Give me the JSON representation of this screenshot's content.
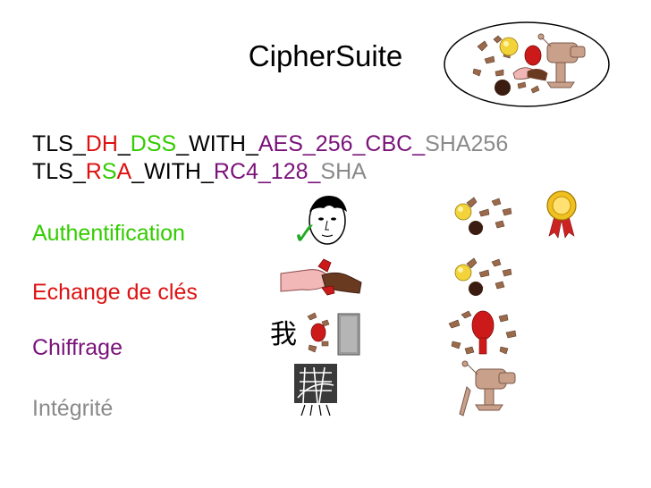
{
  "slide": {
    "title": "CipherSuite",
    "suites": [
      {
        "parts": [
          {
            "text": "TLS_",
            "color": "black"
          },
          {
            "text": "DH",
            "color": "red"
          },
          {
            "text": "_",
            "color": "black"
          },
          {
            "text": "DSS",
            "color": "green"
          },
          {
            "text": "_WITH_",
            "color": "black"
          },
          {
            "text": "AES_256_CBC_",
            "color": "purple"
          },
          {
            "text": "SHA256",
            "color": "grey"
          }
        ]
      },
      {
        "parts": [
          {
            "text": "TLS_",
            "color": "black"
          },
          {
            "text": "R",
            "color": "red"
          },
          {
            "text": "S",
            "color": "green"
          },
          {
            "text": "A",
            "color": "red"
          },
          {
            "text": "_WITH_",
            "color": "black"
          },
          {
            "text": "RC4_128_",
            "color": "purple"
          },
          {
            "text": "SHA",
            "color": "grey"
          }
        ]
      }
    ],
    "categories": {
      "authentication": "Authentification",
      "key_exchange": "Echange de clés",
      "encryption": "Chiffrage",
      "integrity": "Intégrité"
    },
    "decorative_glyphs": {
      "cipher_symbol": "我",
      "check_mark": "✓"
    }
  },
  "colors": {
    "black": "#000000",
    "red": "#dd1111",
    "green": "#33cc00",
    "purple": "#7a127a",
    "grey": "#8a8a8a"
  },
  "icons": [
    "meat-grinder-collage-icon",
    "face-with-checkmark-icon",
    "handshake-icon",
    "gold-medal-icon",
    "key-attack-collage-icon",
    "cipher-glyph-icon",
    "keyhole-grey-icon",
    "scrambled-grid-icon",
    "meat-grinder-icon"
  ]
}
